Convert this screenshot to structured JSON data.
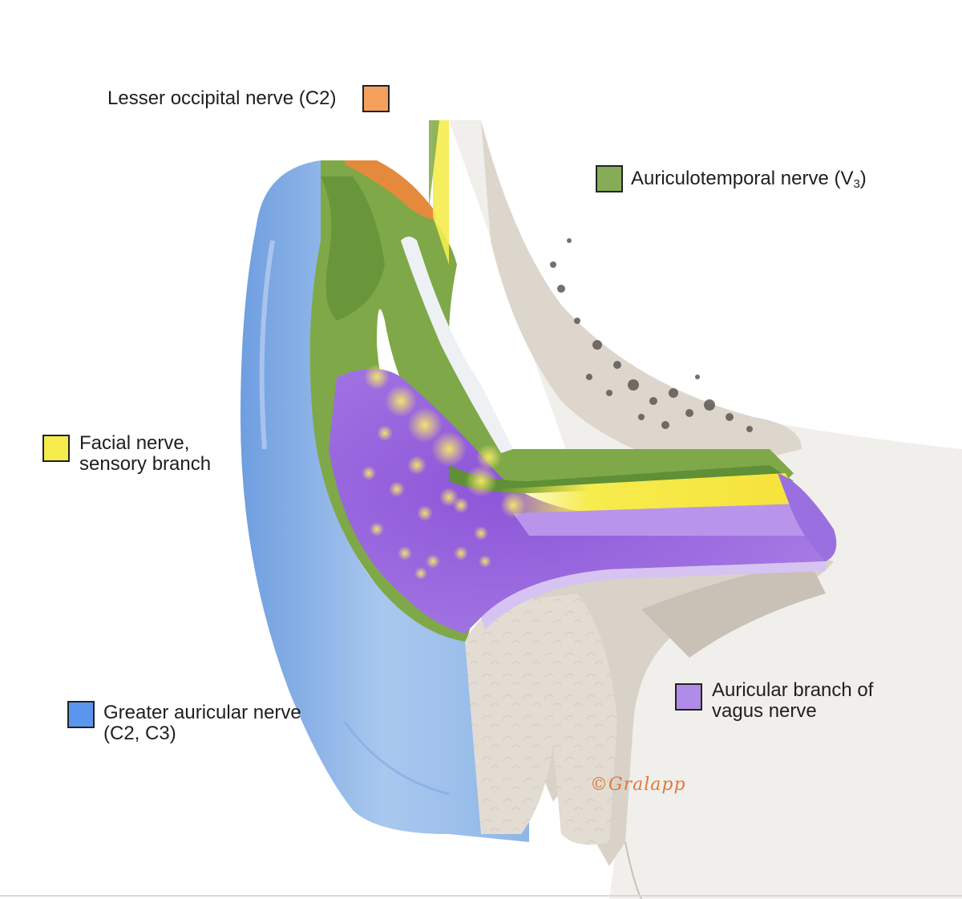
{
  "legend": {
    "lesser_occipital": {
      "label": "Lesser occipital nerve (C2)",
      "color": "#f4a05c"
    },
    "auriculotemporal": {
      "label_main": "Auriculotemporal nerve (V",
      "label_sub": "3",
      "label_end": ")",
      "color": "#86ad55"
    },
    "facial": {
      "line1": "Facial nerve,",
      "line2": "sensory branch",
      "color": "#f6ec4e"
    },
    "greater_auricular": {
      "line1": "Greater auricular nerve",
      "line2": "(C2, C3)",
      "color": "#5b96ee"
    },
    "vagus": {
      "line1": "Auricular branch of",
      "line2": "vagus nerve",
      "color": "#b18be8"
    }
  },
  "signature": "©Gralapp"
}
